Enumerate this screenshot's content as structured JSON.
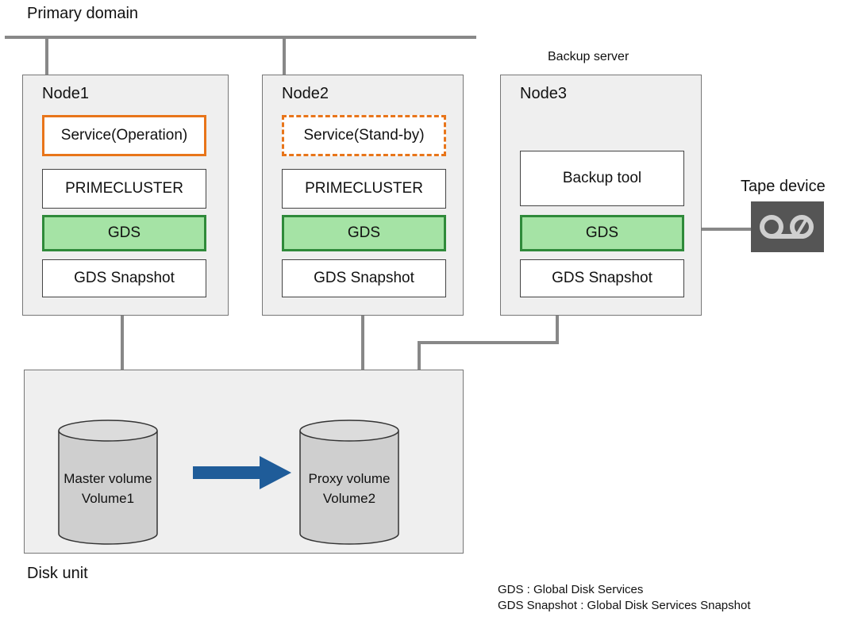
{
  "network": {
    "label": "Primary domain"
  },
  "nodes": [
    {
      "name": "Node1",
      "service": "Service(Operation)",
      "cluster": "PRIMECLUSTER",
      "gds": "GDS",
      "snapshot": "GDS Snapshot"
    },
    {
      "name": "Node2",
      "service": "Service(Stand-by)",
      "cluster": "PRIMECLUSTER",
      "gds": "GDS",
      "snapshot": "GDS Snapshot"
    },
    {
      "name": "Node3",
      "caption": "Backup server",
      "tool": "Backup tool",
      "gds": "GDS",
      "snapshot": "GDS Snapshot"
    }
  ],
  "tape": {
    "label": "Tape device"
  },
  "disk_unit": {
    "label": "Disk unit",
    "master": {
      "line1": "Master volume",
      "line2": "Volume1"
    },
    "proxy": {
      "line1": "Proxy volume",
      "line2": "Volume2"
    }
  },
  "legend": [
    "GDS : Global Disk Services",
    "GDS Snapshot : Global Disk Services Snapshot"
  ],
  "colors": {
    "operation_border": "#e8751a",
    "gds_fill": "#a5e3a5",
    "gds_border": "#2f8a3a",
    "copy_arrow": "#1f5c99"
  }
}
